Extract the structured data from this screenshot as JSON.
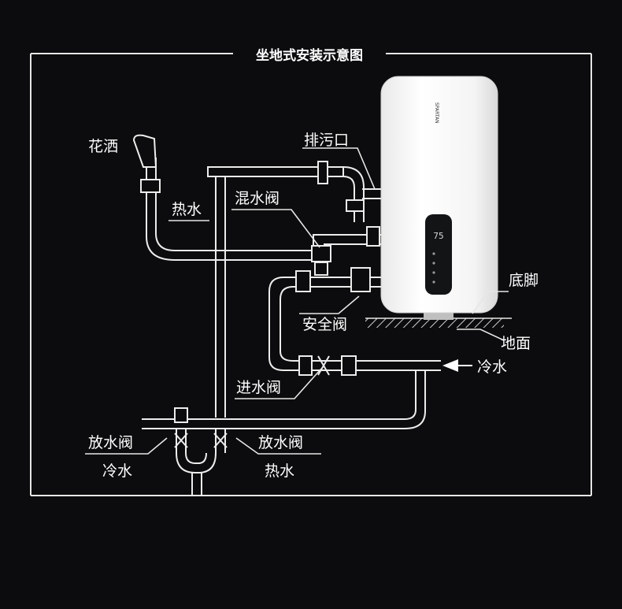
{
  "title": "坐地式安装示意图",
  "labels": {
    "shower": "花洒",
    "hot_water": "热水",
    "mixing_valve": "混水阀",
    "drain_outlet": "排污口",
    "feet": "底脚",
    "safety_valve": "安全阀",
    "floor": "地面",
    "cold_water_in": "冷水",
    "inlet_valve": "进水阀",
    "drain_valve_left": "放水阀",
    "cold_water_bottom": "冷水",
    "drain_valve_right": "放水阀",
    "hot_water_bottom": "热水"
  },
  "heater": {
    "brand": "SPARTAN",
    "display": "75"
  }
}
